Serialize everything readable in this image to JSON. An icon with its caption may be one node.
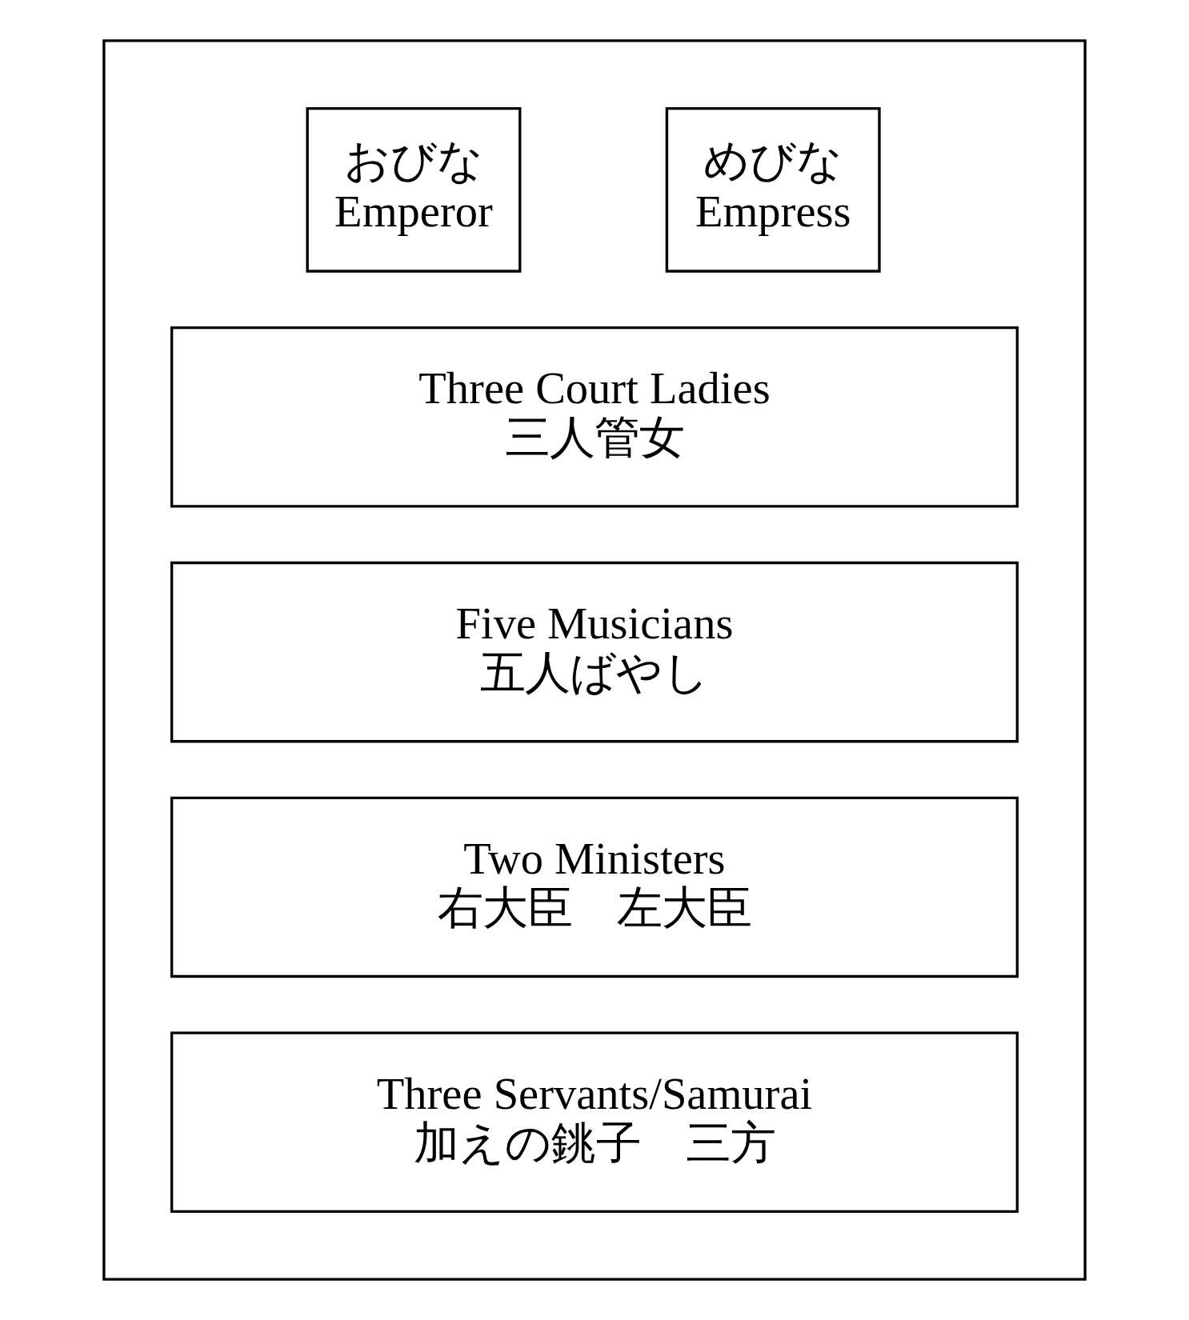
{
  "diagram": {
    "nodes": [
      {
        "text": [],
        "shape": "box"
      },
      {
        "text": [
          "おびな",
          "Emperor"
        ],
        "in": 0
      },
      {
        "text": [
          "めびな",
          "Empress"
        ],
        "in": 0
      },
      {
        "text": [
          "Three Court Ladies",
          "三人管女"
        ],
        "in": 0
      },
      {
        "text": [
          "Five Musicians",
          "五人ばやし"
        ],
        "in": 0
      },
      {
        "text": [
          "Two Ministers",
          "右大臣　左大臣"
        ],
        "in": 0
      },
      {
        "text": [
          "Three Servants/Samurai",
          "加えの銚子　三方"
        ],
        "in": 0
      }
    ],
    "edges": []
  }
}
